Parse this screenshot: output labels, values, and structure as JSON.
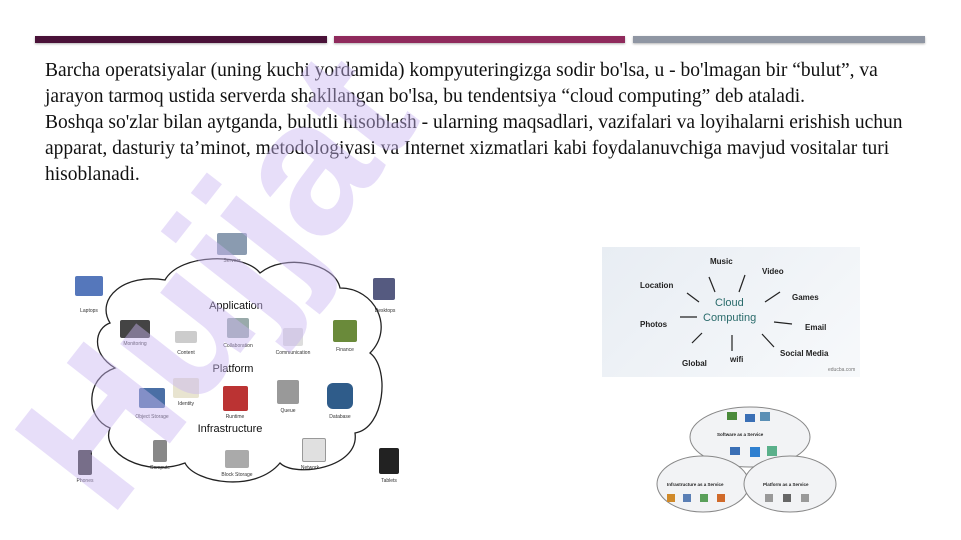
{
  "colors": {
    "bar1": "#4a1238",
    "bar2": "#8f2a5c",
    "bar3": "#8f96a3",
    "watermark": "#c9b6f2"
  },
  "paragraphs": [
    "Barcha operatsiyalar (uning kuchi yordamida) kompyuteringizga sodir bo'lsa, u - bo'lmagan bir “bulut”, va jarayon tarmoq ustida serverda shakllangan bo'lsa, bu tendentsiya “cloud computing” deb ataladi.",
    "Boshqa so'zlar bilan aytganda, bulutli hisoblash - ularning maqsadlari, vazifalari va loyihalarni erishish uchun apparat, dasturiy ta’minot, metodologiyasi va Internet xizmatlari kabi foydalanuvchiga mavjud vositalar turi hisoblanadi."
  ],
  "cloud_diagram": {
    "layers": [
      "Application",
      "Platform",
      "Infrastructure"
    ],
    "outside": [
      "Servers",
      "Laptops",
      "Desktops",
      "Phones",
      "Tablets"
    ],
    "items": [
      "Monitoring",
      "Content",
      "Collaboration",
      "Communication",
      "Finance",
      "Identity",
      "Runtime",
      "Queue",
      "Object Storage",
      "Database",
      "Compute",
      "Block Storage",
      "Network"
    ]
  },
  "cc_diagram": {
    "center": [
      "Cloud",
      "Computing"
    ],
    "items": [
      "Music",
      "Video",
      "Location",
      "Games",
      "Photos",
      "Email",
      "Global",
      "wifi",
      "Social Media"
    ],
    "credit": "educba.com"
  },
  "service_clouds": [
    "Software as a Service",
    "Infrastructure as a Service",
    "Platform as a Service"
  ],
  "watermark_text": "Hujjat"
}
